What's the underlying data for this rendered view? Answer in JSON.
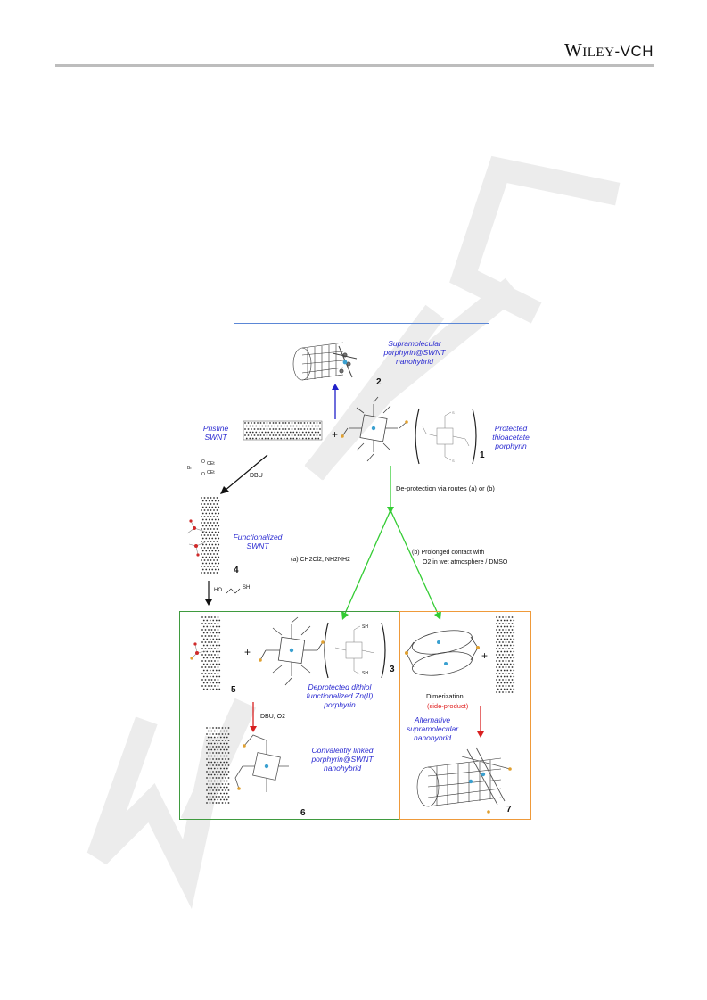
{
  "header": {
    "publisher_main": "Wiley",
    "publisher_suffix": "-VCH"
  },
  "colors": {
    "blue_box": "#5b87d6",
    "green_box": "#3f9b3f",
    "orange_box": "#ef9a3a",
    "blue_arrow": "#2020c8",
    "green_arrow": "#33cc33",
    "red_arrow": "#d82020",
    "blue_text": "#2b2bd1",
    "red_text": "#e02020"
  },
  "scheme": {
    "labels": {
      "supramolecular": "Supramolecular porphyrin@SWNT nanohybrid",
      "pristine_swnt": "Pristine SWNT",
      "protected_porphyrin": "Protected thioacetate porphyrin",
      "functionalized_swnt": "Functionalized SWNT",
      "deprotected_porphyrin": "Deprotected dithiol functionalized Zn(II) porphyrin",
      "covalent_hybrid": "Convalently linked porphyrin@SWNT nanohybrid",
      "alternative_hybrid": "Alternative supramolecular nanohybrid",
      "dimerization": "Dimerization",
      "side_product": "(side-product)"
    },
    "numbers": [
      "1",
      "2",
      "3",
      "4",
      "5",
      "6",
      "7"
    ],
    "plus": "+",
    "conditions": {
      "dbu": "DBU",
      "malonate_br": "Br",
      "malonate_oet1": "OEt",
      "malonate_oet2": "OEt",
      "malonate_o1": "O",
      "malonate_o2": "O",
      "deprotection": "De-protection via routes (a) or (b)",
      "route_a": "(a) CH2Cl2, NH2NH2",
      "route_b_line1": "(b) Prolonged contact with",
      "route_b_line2": "O2 in wet atmosphere / DMSO",
      "mercaptoethanol_ho": "HO",
      "mercaptoethanol_sh": "SH",
      "dbu_o2": "DBU, O2",
      "sh": "SH"
    }
  }
}
